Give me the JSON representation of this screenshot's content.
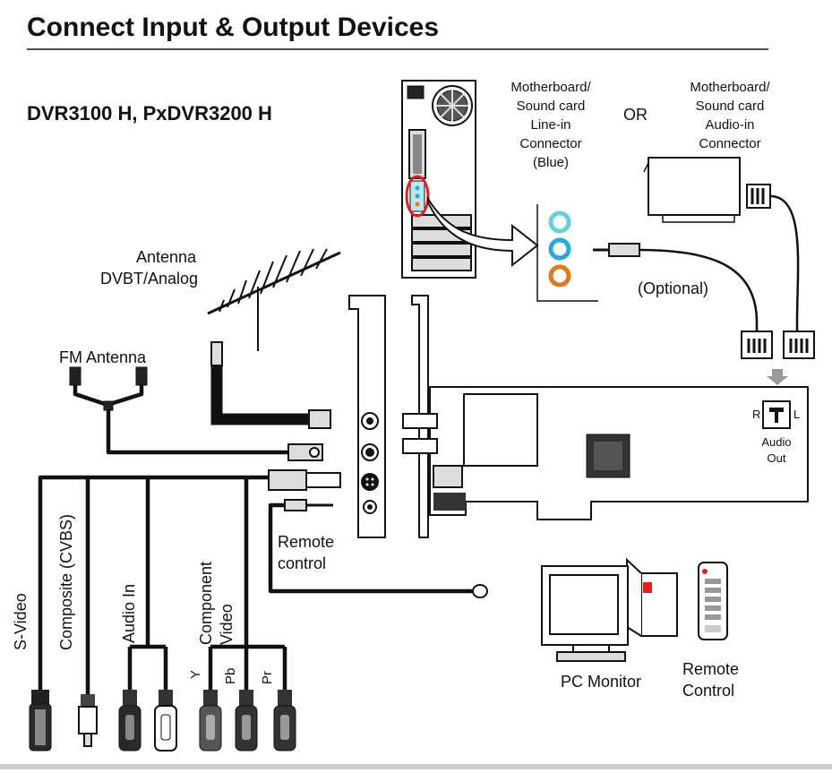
{
  "title": "Connect Input & Output Devices",
  "subtitle": "DVR3100 H, PxDVR3200 H",
  "labels": {
    "line_in_1": "Motherboard/",
    "line_in_2": "Sound card",
    "line_in_3": "Line-in",
    "line_in_4": "Connector",
    "line_in_5": "(Blue)",
    "or": "OR",
    "audio_in_1": "Motherboard/",
    "audio_in_2": "Sound card",
    "audio_in_3": "Audio-in",
    "audio_in_4": "Connector",
    "antenna_1": "Antenna",
    "antenna_2": "DVBT/Analog",
    "fm_antenna": "FM Antenna",
    "optional": "(Optional)",
    "audio_out_1": "Audio",
    "audio_out_2": "Out",
    "r": "R",
    "l": "L",
    "remote_control_cable_1": "Remote",
    "remote_control_cable_2": "control",
    "s_video": "S-Video",
    "composite": "Composite (CVBS)",
    "audio_in": "Audio In",
    "component_1": "Component",
    "component_2": "Video",
    "y": "Y",
    "pb": "Pb",
    "pr": "Pr",
    "pc_monitor": "PC Monitor",
    "remote_1": "Remote",
    "remote_2": "Control"
  },
  "colors": {
    "jack_top": "#66d3d3",
    "jack_mid": "#2aa8dc",
    "jack_bottom": "#e07a1e",
    "highlight": "#e02020"
  }
}
